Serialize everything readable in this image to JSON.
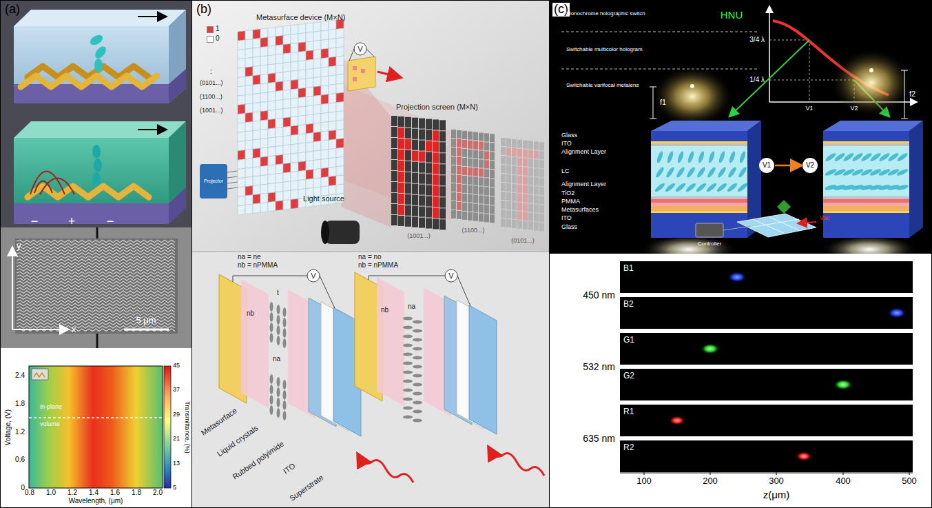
{
  "diagram": {
    "nodes": [
      {
        "text": [
          "(a)"
        ]
      },
      {
        "text": [
          "(b)"
        ]
      },
      {
        "text": [
          "(c)"
        ]
      }
    ],
    "labels": [
      "−",
      "+",
      "−",
      "y",
      "x",
      "5 μm",
      "in-plane",
      "volume",
      "2.4",
      "1.8",
      "1.2",
      "0.6",
      "0",
      "Voltage, (V)",
      "0.8",
      "1.0",
      "1.2",
      "1.4",
      "1.6",
      "1.8",
      "2.0",
      "Wavelength, (μm)",
      "45",
      "37",
      "29",
      "21",
      "13",
      "5",
      "Transmittance, (%)",
      "Metasurface device (M×N)",
      ":",
      "(0101...)",
      "(1100...)",
      "(1001...)",
      "Projector",
      "V",
      "Projection screen (M×N)",
      "(1001...)",
      "(1100...)",
      "(0101...)",
      "Light source",
      "na = ne",
      "nb = nPMMA",
      "nb",
      "t",
      "V",
      "na",
      "na = no",
      "nb = nPMMA",
      "nb",
      "na",
      "V",
      "Metasurface",
      "Liquid crystals",
      "Rubbed polyimide",
      "ITO",
      "Superstrate",
      "Monochrome holographic switch",
      "HNU",
      "Switchable multicolor hologram",
      "Switchable varifocal metalens",
      "3/4 λ",
      "1/4 λ",
      "V1",
      "V2",
      "f1",
      "f2",
      "Glass",
      "ITO",
      "Alignment Layer",
      "LC",
      "Alignment Layer",
      "TiO2",
      "PMMA",
      "Metasurfaces",
      "ITO",
      "Glass",
      "V1",
      "V2",
      "Controller",
      "Vac",
      "B1",
      "B2",
      "G1",
      "G2",
      "R1",
      "R2",
      "450 nm",
      "532 nm",
      "635 nm",
      "100",
      "200",
      "300",
      "400",
      "500",
      "z(μm)"
    ],
    "legend": [
      {
        "text": "1",
        "color": "#e23b3b"
      },
      {
        "text": "0",
        "color": "#ffffff"
      }
    ]
  }
}
